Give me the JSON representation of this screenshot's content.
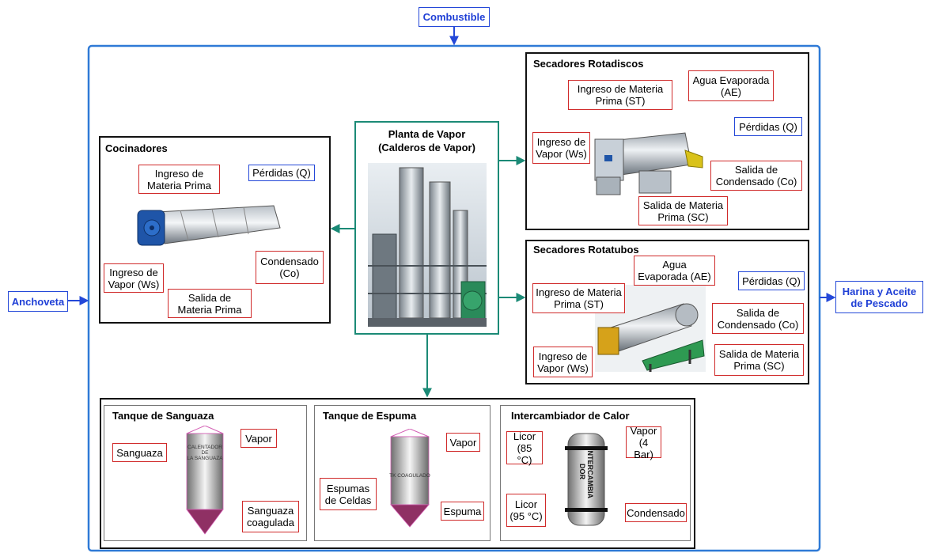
{
  "inputs": {
    "combustible": "Combustible",
    "anchoveta": "Anchoveta",
    "output": "Harina y Aceite\nde Pescado"
  },
  "planta": {
    "title": "Planta de Vapor\n(Calderos de Vapor)"
  },
  "cocinadores": {
    "title": "Cocinadores",
    "ingreso_mp": "Ingreso de\nMateria Prima",
    "perdidas": "Pérdidas (Q)",
    "ingreso_vapor": "Ingreso de\nVapor (Ws)",
    "condensado": "Condensado\n(Co)",
    "salida_mp": "Salida de\nMateria Prima"
  },
  "rotadiscos": {
    "title": "Secadores Rotadiscos",
    "ingreso_mp": "Ingreso de Materia\nPrima (ST)",
    "agua_evap": "Agua Evaporada\n(AE)",
    "perdidas": "Pérdidas (Q)",
    "ingreso_vapor": "Ingreso de\nVapor (Ws)",
    "salida_cond": "Salida de\nCondensado (Co)",
    "salida_mp": "Salida de Materia\nPrima (SC)"
  },
  "rotatubos": {
    "title": "Secadores Rotatubos",
    "ingreso_mp": "Ingreso de Materia\nPrima (ST)",
    "agua_evap": "Agua\nEvaporada (AE)",
    "perdidas": "Pérdidas (Q)",
    "salida_cond": "Salida de\nCondensado (Co)",
    "ingreso_vapor": "Ingreso de\nVapor (Ws)",
    "salida_mp": "Salida de Materia\nPrima (SC)"
  },
  "sanguaza": {
    "title": "Tanque de Sanguaza",
    "in_label": "Sanguaza",
    "vapor": "Vapor",
    "out_label": "Sanguaza\ncoagulada",
    "tank_text": "CALENTADOR\nDE\nLA SANGUAZA"
  },
  "espuma": {
    "title": "Tanque de Espuma",
    "vapor": "Vapor",
    "in_label": "Espumas\nde Celdas",
    "out_label": "Espuma",
    "tank_text": "TK COAGULADO"
  },
  "intercambiador": {
    "title": "Intercambiador de Calor",
    "licor_in": "Licor\n(85 °C)",
    "vapor": "Vapor\n(4 Bar)",
    "licor_out": "Licor\n(95 °C)",
    "condensado": "Condensado",
    "tank_text": "INTERCAMBIA\nDOR"
  },
  "colors": {
    "system_border": "#2f7ad6",
    "input_arrow": "#2448d8",
    "steam_arrow": "#1b8a76",
    "red_arrow": "#d02a2a",
    "panel_border": "#111111"
  }
}
